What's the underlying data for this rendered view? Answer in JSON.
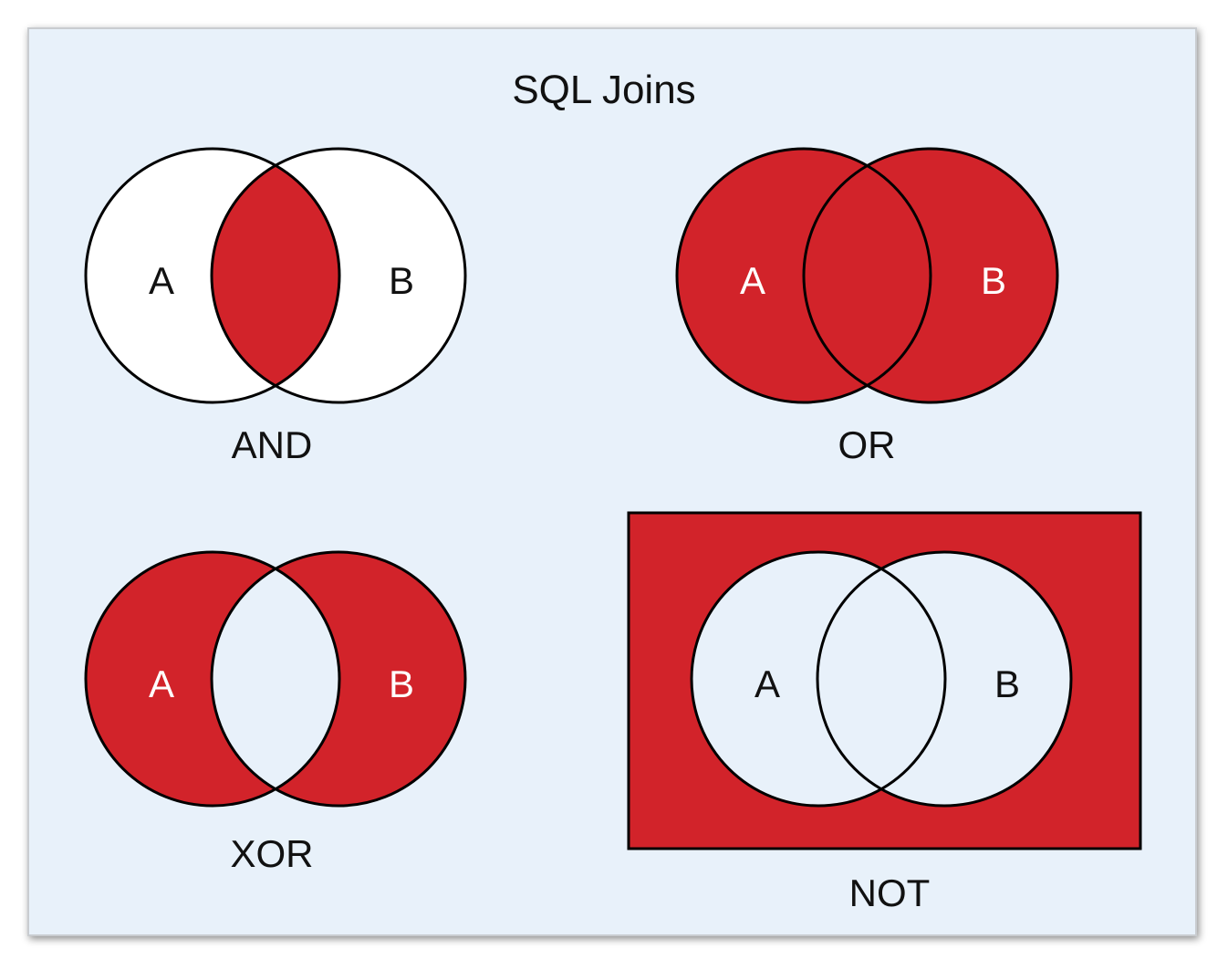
{
  "title": "SQL Joins",
  "colors": {
    "fill": "#d2232a",
    "background": "#e8f1fa",
    "circle_fill_empty": "#ffffff",
    "stroke": "#000000"
  },
  "diagrams": {
    "and": {
      "caption": "AND",
      "set_a_label": "A",
      "set_b_label": "B"
    },
    "or": {
      "caption": "OR",
      "set_a_label": "A",
      "set_b_label": "B"
    },
    "xor": {
      "caption": "XOR",
      "set_a_label": "A",
      "set_b_label": "B"
    },
    "not": {
      "caption": "NOT",
      "set_a_label": "A",
      "set_b_label": "B"
    }
  }
}
